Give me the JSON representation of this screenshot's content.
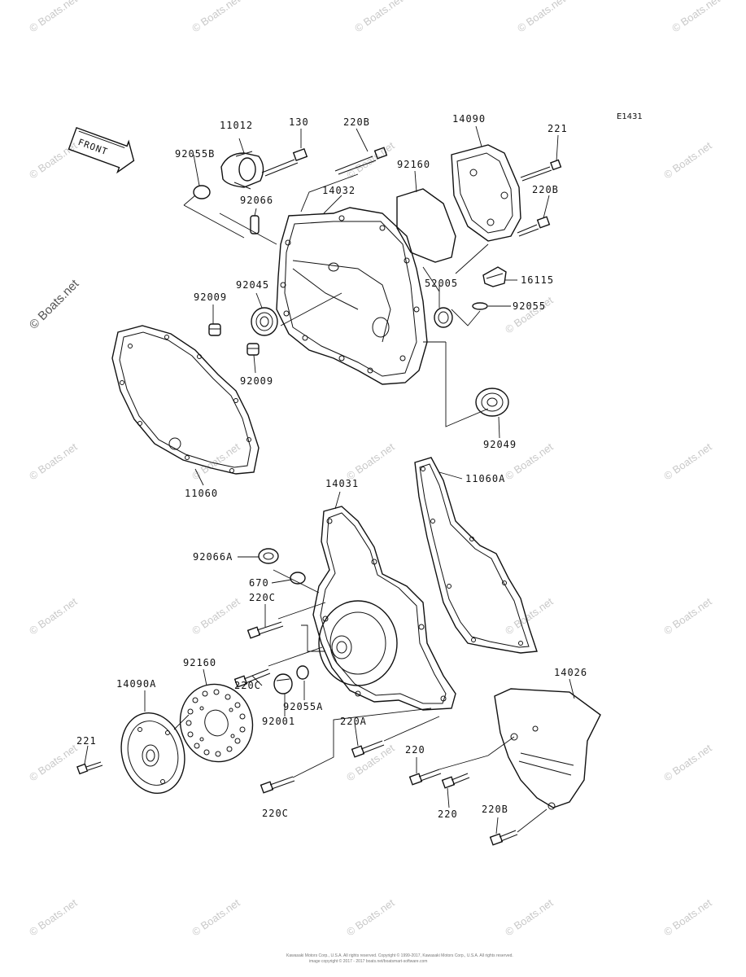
{
  "diagram": {
    "code": "E1431",
    "front_label": "FRONT",
    "labels": [
      "11012",
      "130",
      "220B",
      "14090",
      "221",
      "92055B",
      "92160",
      "92066",
      "14032",
      "220B",
      "16115",
      "52005",
      "92055",
      "92009",
      "92045",
      "92009",
      "92049",
      "11060",
      "14031",
      "11060A",
      "92066A",
      "670",
      "220C",
      "92160",
      "14090A",
      "220C",
      "92001",
      "92055A",
      "14026",
      "220A",
      "221",
      "220",
      "220",
      "220C",
      "220B"
    ]
  },
  "watermark": {
    "text": "© Boats.net",
    "side_text": "© Boats.net"
  },
  "footer": {
    "line1": "Kawasaki Motors Corp., U.S.A. All rights reserved. Copyright © 1999-2017, Kawasaki Motors Corp., U.S.A. All rights reserved.",
    "line2": "image copyright © 2017 - 2017 boats.net/boatsmart-software.com"
  }
}
